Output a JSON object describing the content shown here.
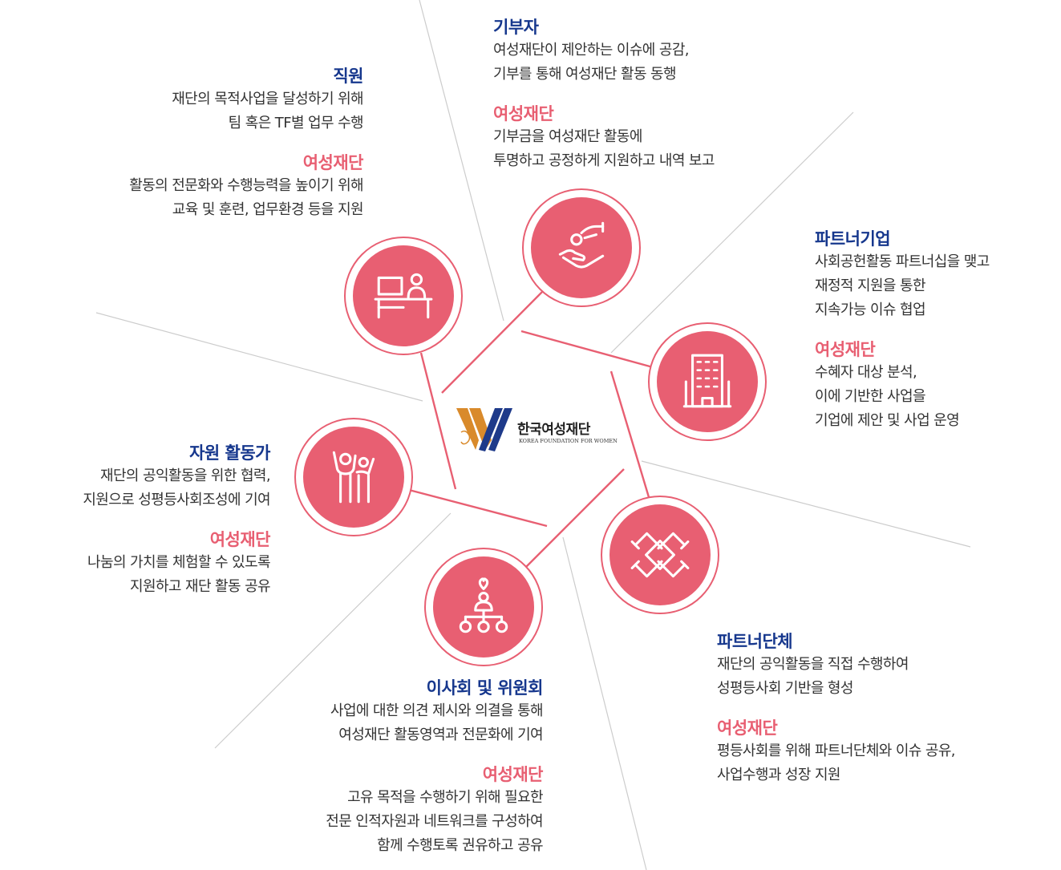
{
  "colors": {
    "navy": "#16378d",
    "pink": "#e85f72",
    "text": "#333333",
    "line": "#cccccc"
  },
  "logo": {
    "name": "한국여성재단",
    "english": "KOREA FOUNDATION FOR WOMEN"
  },
  "nodes": {
    "donor": {
      "icon": "hand-giving-coin-icon",
      "title": "기부자",
      "desc": [
        "여성재단이 제안하는 이슈에 공감,",
        "기부를 통해 여성재단 활동 동행"
      ],
      "f_title": "여성재단",
      "f_desc": [
        "기부금을 여성재단 활동에",
        "투명하고 공정하게 지원하고 내역 보고"
      ]
    },
    "staff": {
      "icon": "person-at-desk-icon",
      "title": "직원",
      "desc": [
        "재단의 목적사업을 달성하기 위해",
        "팀 혹은 TF별 업무 수행"
      ],
      "f_title": "여성재단",
      "f_desc": [
        "활동의 전문화와 수행능력을 높이기 위해",
        "교육 및 훈련, 업무환경 등을 지원"
      ]
    },
    "partner_company": {
      "icon": "office-building-icon",
      "title": "파트너기업",
      "desc": [
        "사회공헌활동 파트너십을 맺고",
        "재정적 지원을 통한",
        "지속가능 이슈 협업"
      ],
      "f_title": "여성재단",
      "f_desc": [
        "수혜자 대상 분석,",
        "이에 기반한 사업을",
        "기업에 제안 및 사업 운영"
      ]
    },
    "volunteer": {
      "icon": "people-raising-hands-icon",
      "title": "자원 활동가",
      "desc": [
        "재단의 공익활동을 위한 협력,",
        "지원으로 성평등사회조성에 기여"
      ],
      "f_title": "여성재단",
      "f_desc": [
        "나눔의 가치를 체험할 수 있도록",
        "지원하고 재단 활동 공유"
      ]
    },
    "partner_group": {
      "icon": "joined-hands-icon",
      "title": "파트너단체",
      "desc": [
        "재단의 공익활동을 직접 수행하여",
        "성평등사회 기반을 형성"
      ],
      "f_title": "여성재단",
      "f_desc": [
        "평등사회를 위해 파트너단체와 이슈 공유,",
        "사업수행과 성장 지원"
      ]
    },
    "board": {
      "icon": "organization-chart-icon",
      "title": "이사회 및 위원회",
      "desc": [
        "사업에 대한 의견 제시와 의결을 통해",
        "여성재단 활동영역과 전문화에 기여"
      ],
      "f_title": "여성재단",
      "f_desc": [
        "고유 목적을 수행하기 위해 필요한",
        "전문 인적자원과 네트워크를 구성하여",
        "함께 수행토록 권유하고 공유"
      ]
    }
  }
}
